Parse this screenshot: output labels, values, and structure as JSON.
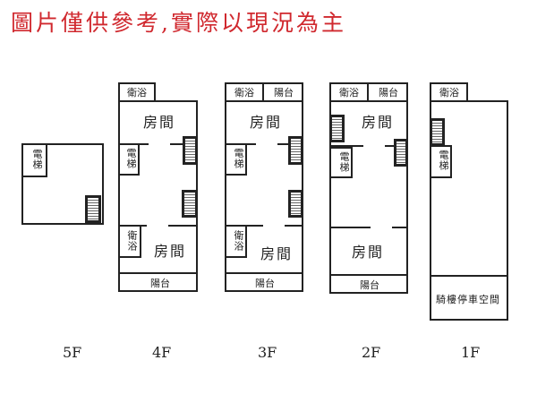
{
  "title": "圖片僅供參考,實際以現況為主",
  "labels": {
    "bath": "衛浴",
    "balcony": "陽台",
    "room": "房間",
    "elevator": "電梯",
    "parking": "騎樓停車空間"
  },
  "floors": [
    "5F",
    "4F",
    "3F",
    "2F",
    "1F"
  ]
}
